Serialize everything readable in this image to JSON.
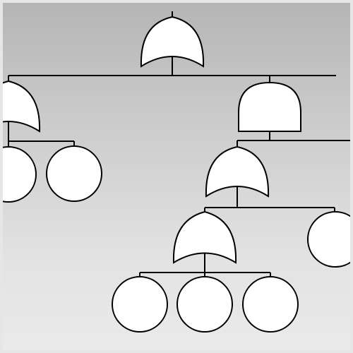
{
  "diagram": {
    "type": "fault-tree",
    "colors": {
      "line": "#000000",
      "symbol_fill": "#ffffff",
      "background_top": "#b5b5b5",
      "background_bottom": "#eaeaea",
      "frame": "#e6e6e6"
    },
    "symbols": [
      {
        "id": "top-or-gate",
        "kind": "or-gate"
      },
      {
        "id": "left-or-gate",
        "kind": "or-gate"
      },
      {
        "id": "right-and-gate",
        "kind": "and-gate"
      },
      {
        "id": "middle-or-gate",
        "kind": "or-gate"
      },
      {
        "id": "lower-or-gate",
        "kind": "or-gate"
      },
      {
        "id": "basic-event-1",
        "kind": "basic-event"
      },
      {
        "id": "basic-event-2",
        "kind": "basic-event"
      },
      {
        "id": "basic-event-3",
        "kind": "basic-event"
      },
      {
        "id": "basic-event-4",
        "kind": "basic-event"
      },
      {
        "id": "basic-event-5",
        "kind": "basic-event"
      },
      {
        "id": "basic-event-6",
        "kind": "basic-event"
      }
    ]
  }
}
